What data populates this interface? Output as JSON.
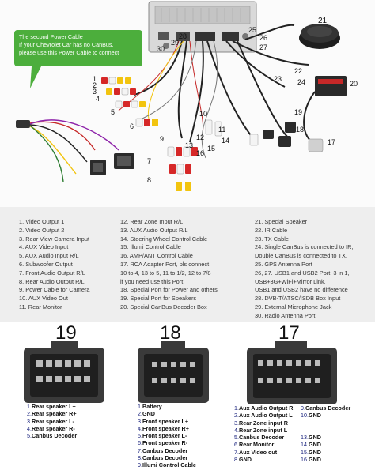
{
  "power_note": {
    "line1": "The second Power Cable",
    "line2": "If your Chevrolet Car has no CanBus,",
    "line3": "please use this Power Cable to connect"
  },
  "diagram_numbers": [
    "1",
    "2",
    "3",
    "4",
    "5",
    "6",
    "7",
    "8",
    "9",
    "10",
    "11",
    "12",
    "13",
    "14",
    "15",
    "16",
    "17",
    "18",
    "19",
    "20",
    "21",
    "22",
    "23",
    "24",
    "25",
    "26",
    "27",
    "28",
    "29",
    "30"
  ],
  "legend": {
    "col1": [
      "1. Video Output 1",
      "2. Video Output 2",
      "3. Rear View Camera Input",
      "4. AUX Video Input",
      "5. AUX Audio Input R/L",
      "6. Subwoofer Output",
      "7. Front Audio Output R/L",
      "8. Rear Audio Output R/L",
      "9. Power Cable for Camera",
      "10. AUX Video Out",
      "11. Rear Monitor"
    ],
    "col2": [
      "12. Rear Zone Input R/L",
      "13. AUX Audio Output R/L",
      "14. Steering Wheel Control Cable",
      "15. Illumi Control Cable",
      "16. AMP/ANT Control Cable",
      "17. RCA Adapter Port, pls connect",
      "     10 to 4, 13 to 5, 11 to 1/2, 12 to 7/8",
      "     if you need use this Port",
      "18. Special Port for Power and others",
      "19. Special Port for Speakers",
      "20. Special CanBus Decoder Box"
    ],
    "col3": [
      "21. Special Speaker",
      "22. IR Cable",
      "23. TX Cable",
      "24. Single CanBus is connected to IR;",
      "      Double CanBus is connected to TX.",
      "25. GPS Antenna Port",
      "26, 27.  USB1 and USB2 Port, 3 in 1,",
      "      USB+3G+WiFi+Mirror Link,",
      "      USB1 and USB2 have no difference",
      "28. DVB-T/ATSC/ISDB Box Input",
      "29. External Microphone Jack",
      "30. Radio Antenna Port"
    ]
  },
  "connectors": {
    "c19": {
      "title": "19",
      "pins": [
        {
          "n": "1.",
          "t": "Rear speaker L+"
        },
        {
          "n": "2.",
          "t": "Rear speaker R+"
        },
        {
          "n": "3.",
          "t": "Rear speaker L-"
        },
        {
          "n": "4.",
          "t": "Rear speaker R-"
        },
        {
          "n": "5.",
          "t": "Canbus Decoder"
        }
      ]
    },
    "c18": {
      "title": "18",
      "pins": [
        {
          "n": "1.",
          "t": "Battery"
        },
        {
          "n": "2.",
          "t": "GND"
        },
        {
          "n": "3.",
          "t": "Front speaker L+"
        },
        {
          "n": "4.",
          "t": "Front speaker R+"
        },
        {
          "n": "5.",
          "t": "Front speaker L-"
        },
        {
          "n": "6.",
          "t": "Front speaker R-"
        },
        {
          "n": "7.",
          "t": "Canbus Decoder"
        },
        {
          "n": "8.",
          "t": "Canbus Decoder"
        },
        {
          "n": "9.",
          "t": "Illumi Control Cable"
        }
      ]
    },
    "c17": {
      "title": "17",
      "left": [
        {
          "n": "1.",
          "t": "Aux Audio Output R"
        },
        {
          "n": "2.",
          "t": "Aux Audio Output L"
        },
        {
          "n": "3.",
          "t": "Rear Zone input R"
        },
        {
          "n": "4.",
          "t": "Rear Zone input L"
        },
        {
          "n": "5.",
          "t": "Canbus Decoder"
        },
        {
          "n": "6.",
          "t": "Rear Monitor"
        },
        {
          "n": "7.",
          "t": "Aux Video out"
        },
        {
          "n": "8.",
          "t": "GND"
        }
      ],
      "right": [
        {
          "n": "9.",
          "t": "Canbus Decoder"
        },
        {
          "n": "10.",
          "t": "GND"
        },
        {
          "n": "",
          "t": ""
        },
        {
          "n": "",
          "t": ""
        },
        {
          "n": "13.",
          "t": "GND"
        },
        {
          "n": "14.",
          "t": "GND"
        },
        {
          "n": "15.",
          "t": "GND"
        },
        {
          "n": "16.",
          "t": "GND"
        }
      ]
    }
  },
  "colors": {
    "bubble": "#4cae3c",
    "legend_bg": "#eeeeee",
    "pin_number": "#1a237e",
    "rca_red": "#d62828",
    "rca_yellow": "#f2c40f",
    "rca_white": "#f4f4f4",
    "connector_gray": "#3a3a3a"
  }
}
